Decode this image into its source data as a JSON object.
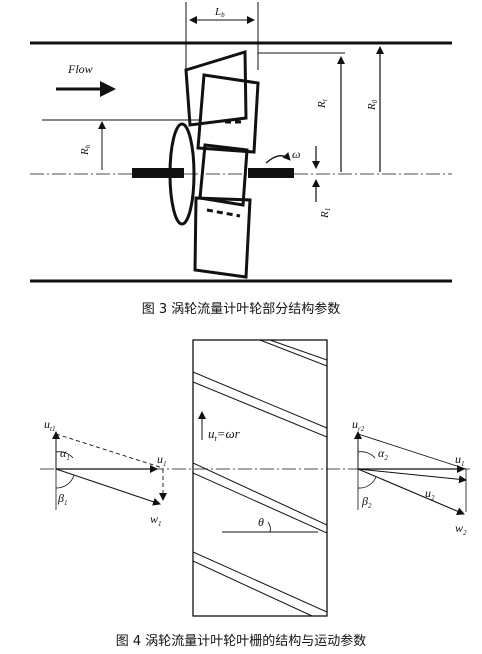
{
  "figure3": {
    "caption": "图 3    涡轮流量计叶轮部分结构参数",
    "labels": {
      "flow": "Flow",
      "Lb_main": "L",
      "Lb_sub": "b",
      "Rt_main": "R",
      "Rt_sub": "t",
      "R0_main": "R",
      "R0_sub": "0",
      "Rh_main": "R",
      "Rh_sub": "h",
      "R1_main": "R",
      "R1_sub": "1",
      "omega": "ω"
    }
  },
  "figure4": {
    "caption": "图 4    涡轮流量计叶轮叶栅的结构与运动参数",
    "labels": {
      "ut1_main": "u",
      "ut1_sub": "t1",
      "alpha1_main": "α",
      "alpha1_sub": "1",
      "beta1_main": "β",
      "beta1_sub": "1",
      "u1_left_main": "u",
      "u1_left_sub": "1",
      "w1_main": "w",
      "w1_sub": "1",
      "ut_eq_main": "u",
      "ut_eq_sub": "t",
      "ut_eq_rest": "=ωr",
      "theta": "θ",
      "ut2_main": "u",
      "ut2_sub": "r2",
      "alpha2_main": "α",
      "alpha2_sub": "2",
      "beta2_main": "β",
      "beta2_sub": "2",
      "u1_right_main": "u",
      "u1_right_sub": "1",
      "u2_main": "u",
      "u2_sub": "2",
      "w2_main": "w",
      "w2_sub": "2"
    }
  }
}
